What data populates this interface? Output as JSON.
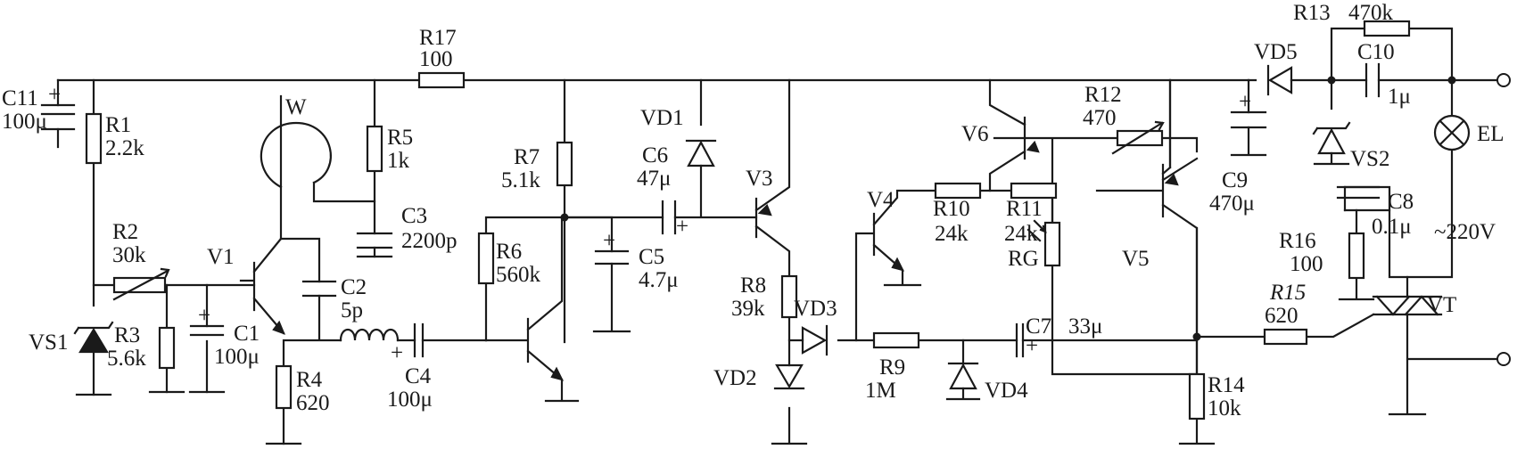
{
  "components": {
    "R1": {
      "ref": "R1",
      "value": "2.2k"
    },
    "R2": {
      "ref": "R2",
      "value": "30k"
    },
    "R3": {
      "ref": "R3",
      "value": "5.6k"
    },
    "R4": {
      "ref": "R4",
      "value": "620"
    },
    "R5": {
      "ref": "R5",
      "value": "1k"
    },
    "R6": {
      "ref": "R6",
      "value": "560k"
    },
    "R7": {
      "ref": "R7",
      "value": "5.1k"
    },
    "R8": {
      "ref": "R8",
      "value": "39k"
    },
    "R9": {
      "ref": "R9",
      "value": "1M"
    },
    "R10": {
      "ref": "R10",
      "value": "24k"
    },
    "R11": {
      "ref": "R11",
      "value": "24k"
    },
    "R12": {
      "ref": "R12",
      "value": "470"
    },
    "R13": {
      "ref": "R13",
      "value": "470k"
    },
    "R14": {
      "ref": "R14",
      "value": "10k"
    },
    "R15": {
      "ref": "R15",
      "value": "620"
    },
    "R16": {
      "ref": "R16",
      "value": "100"
    },
    "R17": {
      "ref": "R17",
      "value": "100"
    },
    "C1": {
      "ref": "C1",
      "value": "100μ"
    },
    "C2": {
      "ref": "C2",
      "value": "5p"
    },
    "C3": {
      "ref": "C3",
      "value": "2200p"
    },
    "C4": {
      "ref": "C4",
      "value": "100μ"
    },
    "C5": {
      "ref": "C5",
      "value": "4.7μ"
    },
    "C6": {
      "ref": "C6",
      "value": "47μ"
    },
    "C7": {
      "ref": "C7",
      "value": "33μ"
    },
    "C8": {
      "ref": "C8",
      "value": "0.1μ"
    },
    "C9": {
      "ref": "C9",
      "value": "470μ"
    },
    "C10": {
      "ref": "C10",
      "value": "1μ"
    },
    "C11": {
      "ref": "C11",
      "value": "100μ"
    }
  },
  "semiconductors": {
    "V1": "V1",
    "V3": "V3",
    "V4": "V4",
    "V5": "V5",
    "V6": "V6",
    "VD1": "VD1",
    "VD2": "VD2",
    "VD3": "VD3",
    "VD4": "VD4",
    "VD5": "VD5",
    "VS1": "VS1",
    "VS2": "VS2",
    "VT": "VT"
  },
  "other_labels": {
    "antenna": "W",
    "photoresistor": "RG",
    "lamp": "EL",
    "mains": "~220V"
  },
  "polarity_mark": "+"
}
